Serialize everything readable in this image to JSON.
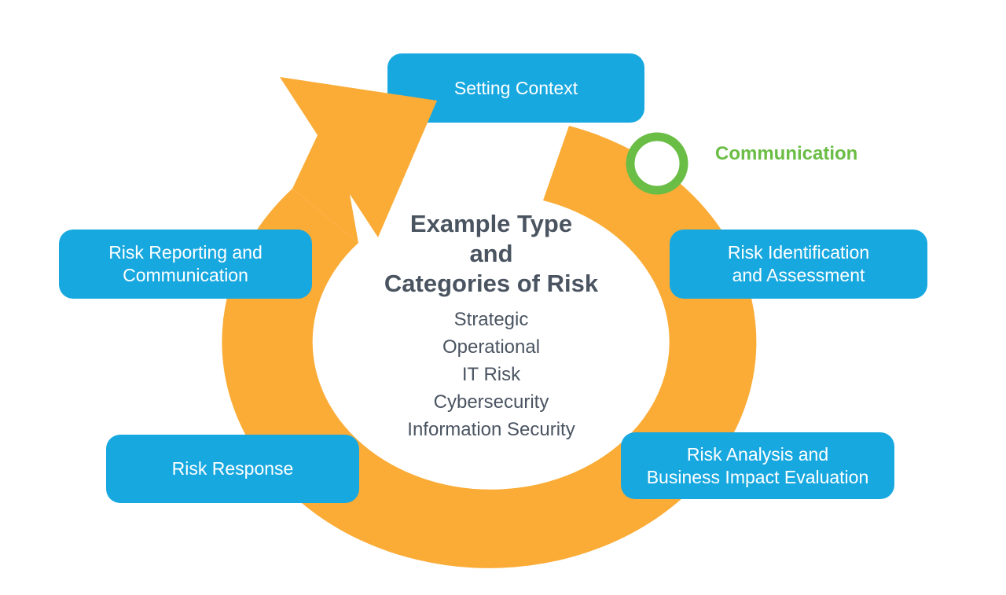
{
  "diagram": {
    "center": {
      "title_lines": [
        "Example Type",
        "and",
        "Categories of Risk"
      ],
      "categories": [
        "Strategic",
        "Operational",
        "IT Risk",
        "Cybersecurity",
        "Information Security"
      ]
    },
    "stages": [
      {
        "id": "setting-context",
        "lines": [
          "Setting Context"
        ]
      },
      {
        "id": "risk-identification",
        "lines": [
          "Risk Identification",
          "and Assessment"
        ]
      },
      {
        "id": "risk-analysis",
        "lines": [
          "Risk Analysis and",
          "Business Impact Evaluation"
        ]
      },
      {
        "id": "risk-response",
        "lines": [
          "Risk Response"
        ]
      },
      {
        "id": "risk-reporting",
        "lines": [
          "Risk Reporting and",
          "Communication"
        ]
      }
    ],
    "annotation": {
      "label": "Communication"
    },
    "colors": {
      "orange": "#FAAC37",
      "blue": "#18A8E0",
      "green": "#6ABD45",
      "text_dark": "#4A5461",
      "white": "#FFFFFF"
    }
  }
}
